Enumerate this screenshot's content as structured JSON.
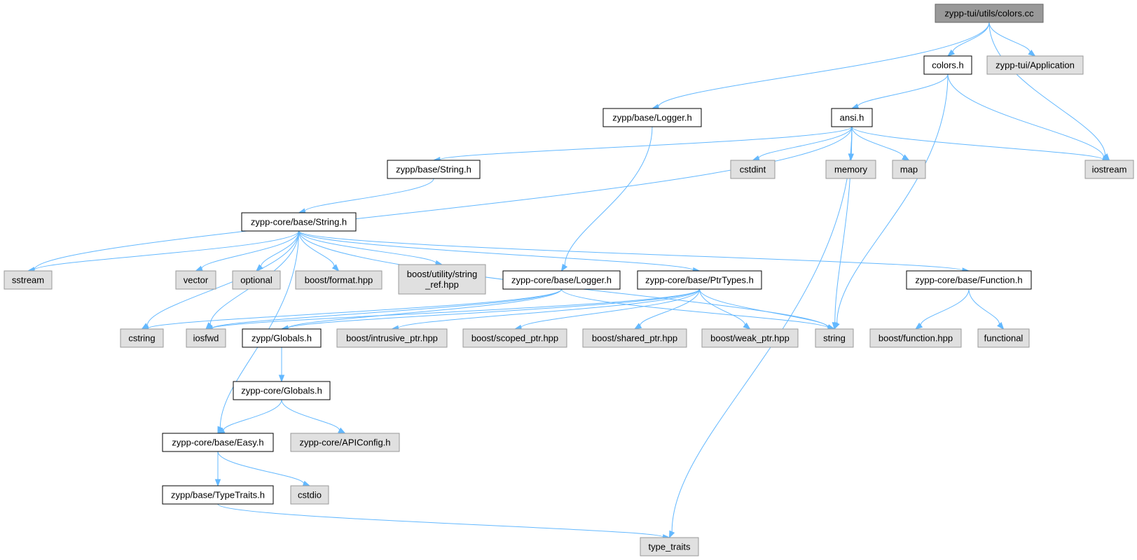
{
  "graph": {
    "nodes": [
      {
        "id": "n_root",
        "label": "zypp-tui/utils/colors.cc",
        "kind": "root"
      },
      {
        "id": "n_colors_h",
        "label": "colors.h",
        "kind": "doc"
      },
      {
        "id": "n_app",
        "label": "zypp-tui/Application",
        "kind": "sys"
      },
      {
        "id": "n_logger",
        "label": "zypp/base/Logger.h",
        "kind": "doc"
      },
      {
        "id": "n_ansi",
        "label": "ansi.h",
        "kind": "doc"
      },
      {
        "id": "n_iostream",
        "label": "iostream",
        "kind": "sys"
      },
      {
        "id": "n_string_h",
        "label": "zypp/base/String.h",
        "kind": "doc"
      },
      {
        "id": "n_cstdint",
        "label": "cstdint",
        "kind": "sys"
      },
      {
        "id": "n_memory",
        "label": "memory",
        "kind": "sys"
      },
      {
        "id": "n_map",
        "label": "map",
        "kind": "sys"
      },
      {
        "id": "n_core_string",
        "label": "zypp-core/base/String.h",
        "kind": "doc"
      },
      {
        "id": "n_sstream",
        "label": "sstream",
        "kind": "sys"
      },
      {
        "id": "n_vector",
        "label": "vector",
        "kind": "sys"
      },
      {
        "id": "n_optional",
        "label": "optional",
        "kind": "sys"
      },
      {
        "id": "n_bformat",
        "label": "boost/format.hpp",
        "kind": "sys"
      },
      {
        "id": "n_bstrref",
        "label": "boost/utility/string\n_ref.hpp",
        "kind": "sys"
      },
      {
        "id": "n_core_logger",
        "label": "zypp-core/base/Logger.h",
        "kind": "doc"
      },
      {
        "id": "n_ptrtypes",
        "label": "zypp-core/base/PtrTypes.h",
        "kind": "doc"
      },
      {
        "id": "n_function",
        "label": "zypp-core/base/Function.h",
        "kind": "doc"
      },
      {
        "id": "n_cstring",
        "label": "cstring",
        "kind": "sys"
      },
      {
        "id": "n_iosfwd",
        "label": "iosfwd",
        "kind": "sys"
      },
      {
        "id": "n_globals",
        "label": "zypp/Globals.h",
        "kind": "doc"
      },
      {
        "id": "n_bintrusive",
        "label": "boost/intrusive_ptr.hpp",
        "kind": "sys"
      },
      {
        "id": "n_bscoped",
        "label": "boost/scoped_ptr.hpp",
        "kind": "sys"
      },
      {
        "id": "n_bshared",
        "label": "boost/shared_ptr.hpp",
        "kind": "sys"
      },
      {
        "id": "n_bweak",
        "label": "boost/weak_ptr.hpp",
        "kind": "sys"
      },
      {
        "id": "n_string",
        "label": "string",
        "kind": "sys"
      },
      {
        "id": "n_bfunction",
        "label": "boost/function.hpp",
        "kind": "sys"
      },
      {
        "id": "n_functional",
        "label": "functional",
        "kind": "sys"
      },
      {
        "id": "n_core_globals",
        "label": "zypp-core/Globals.h",
        "kind": "doc"
      },
      {
        "id": "n_easy",
        "label": "zypp-core/base/Easy.h",
        "kind": "doc"
      },
      {
        "id": "n_apiconfig",
        "label": "zypp-core/APIConfig.h",
        "kind": "sys"
      },
      {
        "id": "n_typetraits_h",
        "label": "zypp/base/TypeTraits.h",
        "kind": "doc"
      },
      {
        "id": "n_cstdio",
        "label": "cstdio",
        "kind": "sys"
      },
      {
        "id": "n_type_traits",
        "label": "type_traits",
        "kind": "sys"
      }
    ],
    "edges": [
      [
        "n_root",
        "n_logger"
      ],
      [
        "n_root",
        "n_colors_h"
      ],
      [
        "n_root",
        "n_app"
      ],
      [
        "n_root",
        "n_iostream"
      ],
      [
        "n_colors_h",
        "n_ansi"
      ],
      [
        "n_colors_h",
        "n_iostream"
      ],
      [
        "n_colors_h",
        "n_string"
      ],
      [
        "n_logger",
        "n_core_logger"
      ],
      [
        "n_ansi",
        "n_string_h"
      ],
      [
        "n_ansi",
        "n_cstdint"
      ],
      [
        "n_ansi",
        "n_memory"
      ],
      [
        "n_ansi",
        "n_map"
      ],
      [
        "n_ansi",
        "n_iostream"
      ],
      [
        "n_ansi",
        "n_string"
      ],
      [
        "n_ansi",
        "n_sstream"
      ],
      [
        "n_ansi",
        "n_type_traits"
      ],
      [
        "n_string_h",
        "n_core_string"
      ],
      [
        "n_core_string",
        "n_sstream"
      ],
      [
        "n_core_string",
        "n_cstring"
      ],
      [
        "n_core_string",
        "n_iosfwd"
      ],
      [
        "n_core_string",
        "n_vector"
      ],
      [
        "n_core_string",
        "n_optional"
      ],
      [
        "n_core_string",
        "n_bformat"
      ],
      [
        "n_core_string",
        "n_bstrref"
      ],
      [
        "n_core_string",
        "n_ptrtypes"
      ],
      [
        "n_core_string",
        "n_function"
      ],
      [
        "n_core_string",
        "n_string"
      ],
      [
        "n_core_string",
        "n_easy"
      ],
      [
        "n_core_logger",
        "n_iosfwd"
      ],
      [
        "n_core_logger",
        "n_cstring"
      ],
      [
        "n_core_logger",
        "n_globals"
      ],
      [
        "n_core_logger",
        "n_string"
      ],
      [
        "n_ptrtypes",
        "n_iosfwd"
      ],
      [
        "n_ptrtypes",
        "n_globals"
      ],
      [
        "n_ptrtypes",
        "n_bintrusive"
      ],
      [
        "n_ptrtypes",
        "n_bscoped"
      ],
      [
        "n_ptrtypes",
        "n_bshared"
      ],
      [
        "n_ptrtypes",
        "n_bweak"
      ],
      [
        "n_ptrtypes",
        "n_string"
      ],
      [
        "n_function",
        "n_bfunction"
      ],
      [
        "n_function",
        "n_functional"
      ],
      [
        "n_globals",
        "n_core_globals"
      ],
      [
        "n_core_globals",
        "n_easy"
      ],
      [
        "n_core_globals",
        "n_apiconfig"
      ],
      [
        "n_easy",
        "n_typetraits_h"
      ],
      [
        "n_easy",
        "n_cstdio"
      ],
      [
        "n_typetraits_h",
        "n_type_traits"
      ]
    ]
  }
}
